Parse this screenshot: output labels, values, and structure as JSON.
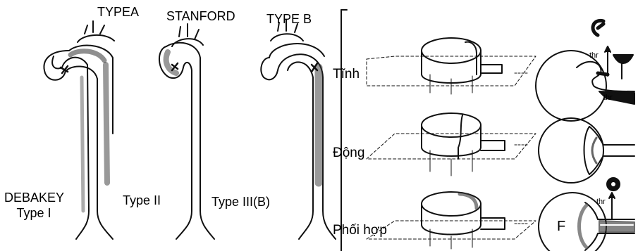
{
  "left_panel": {
    "header_type_a": "TYPEA",
    "header_stanford": "STANFORD",
    "header_type_b": "TYPE B",
    "debakey_line1": "DEBAKEY",
    "debakey_line2": "Type I",
    "type_ii": "Type II",
    "type_iii": "Type III(B)"
  },
  "right_panel": {
    "row_static": "Tĩnh",
    "row_dynamic": "Động",
    "row_mixed": "Phối hợp",
    "thr_label": "thr",
    "f_label": "F"
  }
}
